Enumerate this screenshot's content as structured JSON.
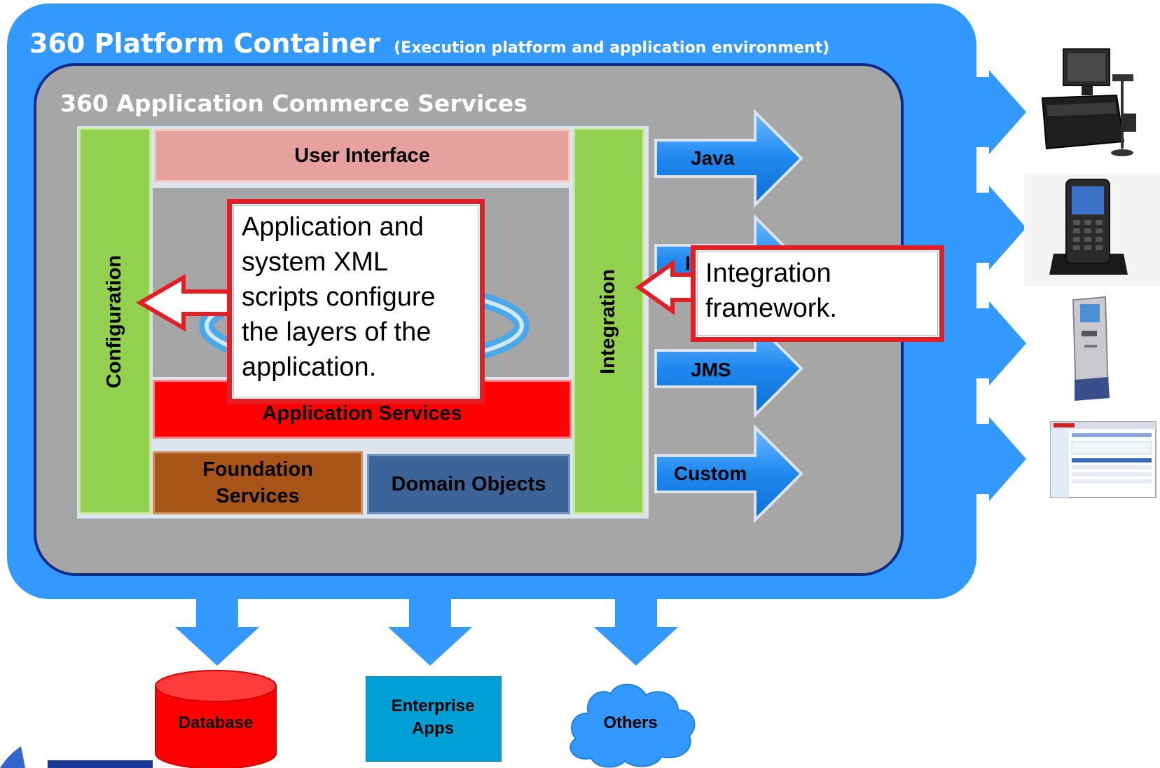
{
  "platform": {
    "title": "360 Platform Container",
    "subtitle": "(Execution platform and application environment)"
  },
  "commerce": {
    "title": "360 Application Commerce Services"
  },
  "layers": {
    "configuration": "Configuration",
    "integration": "Integration",
    "user_interface": "User Interface",
    "application_services": "Application Services",
    "foundation_services": "Foundation Services",
    "domain_objects": "Domain Objects"
  },
  "integration_outputs": [
    {
      "label": "Java"
    },
    {
      "label": "I"
    },
    {
      "label": "JMS"
    },
    {
      "label": "Custom"
    }
  ],
  "callouts": {
    "configuration": "Application and system XML scripts configure the layers of the application.",
    "integration": "Integration framework."
  },
  "targets": [
    {
      "label": "Database",
      "icon": "database-cylinder-icon",
      "color": "#ff0000"
    },
    {
      "label": "Enterprise Apps",
      "icon": "enterprise-apps-box-icon",
      "color": "#00a0d6"
    },
    {
      "label": "Others",
      "icon": "cloud-icon",
      "color": "#3399ff"
    }
  ],
  "devices": [
    {
      "icon": "pos-terminal-icon"
    },
    {
      "icon": "handheld-scanner-icon"
    },
    {
      "icon": "kiosk-icon"
    },
    {
      "icon": "web-application-screenshot-icon"
    }
  ],
  "colors": {
    "platform_blue": "#3399ff",
    "inner_gray": "#a6a6a6",
    "bar_green": "#92d050",
    "callout_red": "#e31e24"
  }
}
